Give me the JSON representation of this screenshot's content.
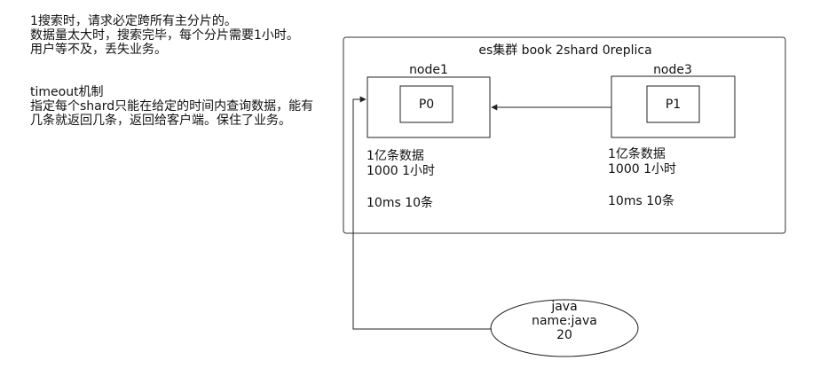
{
  "notes": {
    "block1": [
      "1搜索时，请求必定跨所有主分片的。",
      "数据量太大时，搜索完毕，每个分片需要1小时。",
      "用户等不及，丢失业务。"
    ],
    "block2": [
      "timeout机制",
      "指定每个shard只能在给定的时间内查询数据，能有",
      "几条就返回几条，返回给客户端。保住了业务。"
    ]
  },
  "cluster": {
    "title": "es集群 book 2shard 0replica"
  },
  "nodes": [
    {
      "name": "node1",
      "shard": "P0",
      "stats": [
        "1亿条数据",
        "1000 1小时",
        "10ms 10条"
      ]
    },
    {
      "name": "node3",
      "shard": "P1",
      "stats": [
        "1亿条数据",
        "1000 1小时",
        "10ms 10条"
      ]
    }
  ],
  "client": {
    "lines": [
      "java",
      "name:java",
      "20"
    ]
  }
}
